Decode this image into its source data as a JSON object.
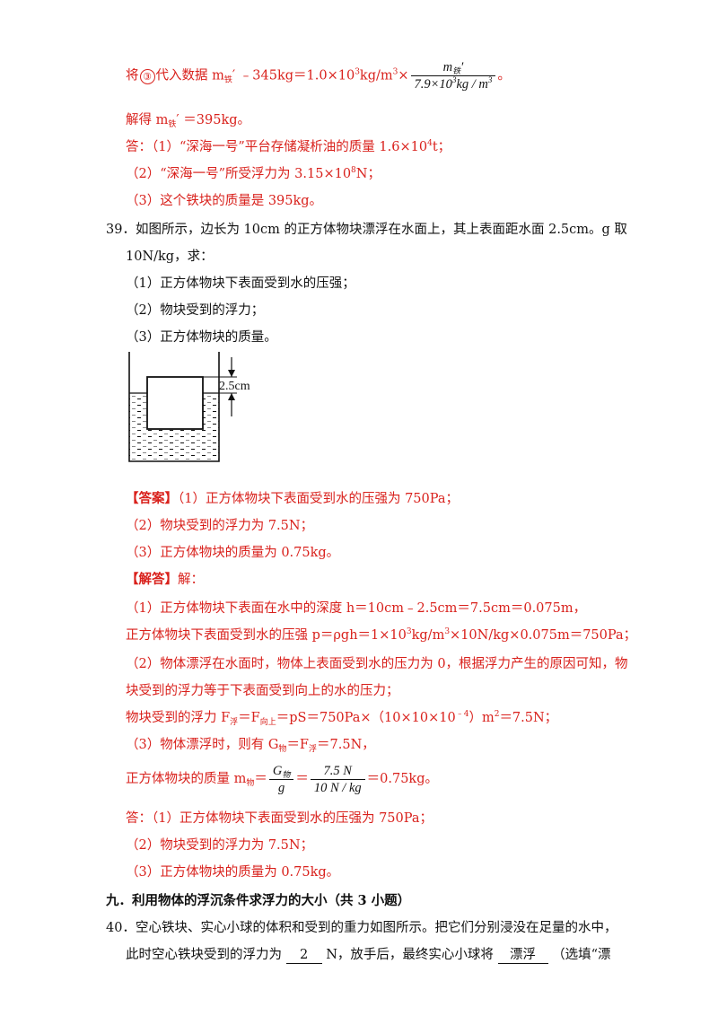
{
  "l1": {
    "a": "将",
    "circle": "③",
    "b": "代入数据 m",
    "sub": "铁",
    "c": "′ ﹣345kg＝1.0×10",
    "sup": "3",
    "d": "kg/m",
    "sup2": "3",
    "e": "×",
    "num": "m",
    "num_sub": "铁",
    "num_prime": "′",
    "den_a": "7.9×10",
    "den_sup": "3",
    "den_b": "kg / m",
    "den_sup2": "3",
    "end": "。"
  },
  "l2": {
    "a": "解得 m",
    "sub": "铁",
    "b": "′ ＝395kg。"
  },
  "l3": {
    "a": "答：（1）“深海一号”平台存储凝析油的质量 1.6×10",
    "sup": "4",
    "b": "t；"
  },
  "l4": {
    "a": "（2）“深海一号”所受浮力为 3.15×10",
    "sup": "8",
    "b": "N；"
  },
  "l5": "（3）这个铁块的质量是 395kg。",
  "q39": {
    "l1": "39．如图所示，边长为 10cm 的正方体物块漂浮在水面上，其上表面距水面 2.5cm。g 取",
    "l2": "10N/kg，求：",
    "l3": "（1）正方体物块下表面受到水的压强；",
    "l4": "（2）物块受到的浮力；",
    "l5": "（3）正方体物块的质量。",
    "figure_label": "2.5cm"
  },
  "ans": {
    "tag": "【答案】",
    "l1": "（1）正方体物块下表面受到水的压强为 750Pa；",
    "l2": "（2）物块受到的浮力为 7.5N；",
    "l3": "（3）正方体物块的质量为 0.75kg。"
  },
  "sol": {
    "tag": "【解答】",
    "tag2": "解：",
    "l1": "（1）正方体物块下表面在水中的深度 h＝10cm﹣2.5cm＝7.5cm＝0.075m，",
    "l2": {
      "a": "正方体物块下表面受到水的压强 p＝ρgh＝1×10",
      "sup": "3",
      "b": "kg/m",
      "sup2": "3",
      "c": "×10N/kg×0.075m＝750Pa；"
    },
    "l3": "（2）物体漂浮在水面时，物体上表面受到水的压力为 0，根据浮力产生的原因可知，物",
    "l4": "块受到的浮力等于下表面受到向上的水的压力；",
    "l5": {
      "a": "物块受到的浮力 F",
      "sub1": "浮",
      "b": "＝F",
      "sub2": "向上",
      "c": "＝pS＝750Pa×（10×10×10",
      "sup": "﹣4",
      "d": "）m",
      "sup2": "2",
      "e": "＝7.5N；"
    },
    "l6": {
      "a": "（3）物体漂浮时，则有 G",
      "sub1": "物",
      "b": "＝F",
      "sub2": "浮",
      "c": "＝7.5N，"
    },
    "l7": {
      "a": "正方体物块的质量 m",
      "sub": "物",
      "b": "＝",
      "f1_num": "G",
      "f1_num_sub": "物",
      "f1_den": "g",
      "c": "＝",
      "f2_num": "7.5 N",
      "f2_den": "10 N / kg",
      "d": "＝0.75kg。"
    }
  },
  "final": {
    "l1": "答：（1）正方体物块下表面受到水的压强为 750Pa；",
    "l2": "（2）物块受到的浮力为 7.5N；",
    "l3": "（3）正方体物块的质量为 0.75kg。"
  },
  "section9": "九．利用物体的浮沉条件求浮力的大小（共 3 小题）",
  "q40": {
    "l1": "40．空心铁块、实心小球的体积和受到的重力如图所示。把它们分别浸没在足量的水中，",
    "l2a": "此时空心铁块受到的浮力为",
    "blank1": "2",
    "l2b": "N，放手后，最终实心小球将",
    "blank2": "漂浮",
    "l2c": "（选填“漂"
  }
}
